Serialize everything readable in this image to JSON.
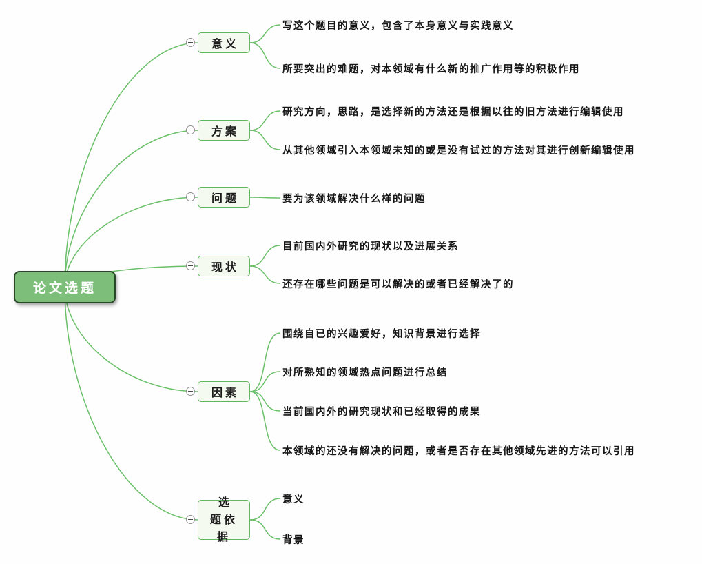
{
  "root": {
    "label": "论文选题"
  },
  "branches": [
    {
      "label": "意义",
      "collapse_icon": "minus-circle",
      "leaves": [
        "写这个题目的意义，包含了本身意义与实践意义",
        "所要突出的难题，对本领域有什么新的推广作用等的积极作用"
      ]
    },
    {
      "label": "方案",
      "collapse_icon": "minus-circle",
      "leaves": [
        "研究方向，思路，是选择新的方法还是根据以往的旧方法进行编辑使用",
        "从其他领域引入本领域未知的或是没有试过的方法对其进行创新编辑使用"
      ]
    },
    {
      "label": "问题",
      "collapse_icon": "minus-circle",
      "leaves": [
        "要为该领域解决什么样的问题"
      ]
    },
    {
      "label": "现状",
      "collapse_icon": "minus-circle",
      "leaves": [
        "目前国内外研究的现状以及进展关系",
        "还存在哪些问题是可以解决的或者已经解决了的"
      ]
    },
    {
      "label": "因素",
      "collapse_icon": "minus-circle",
      "leaves": [
        "围绕自已的兴趣爱好，知识背景进行选择",
        "对所熟知的领域热点问题进行总结",
        "当前国内外的研究现状和已经取得的成果",
        "本领域的还没有解决的问题，或者是否存在其他领域先进的方法可以引用"
      ]
    },
    {
      "label": "选题依据",
      "collapse_icon": "minus-circle",
      "leaves": [
        "意义",
        "背景"
      ]
    }
  ],
  "colors": {
    "connector_line": "#6abf69",
    "branch_border": "#5fb75f",
    "branch_fill": "#f5faf1",
    "root_fill": "#7dbe7b",
    "root_border": "#294729",
    "root_text": "#ffffff",
    "leaf_text": "#161616",
    "collapse_border": "#8f8f8f"
  }
}
